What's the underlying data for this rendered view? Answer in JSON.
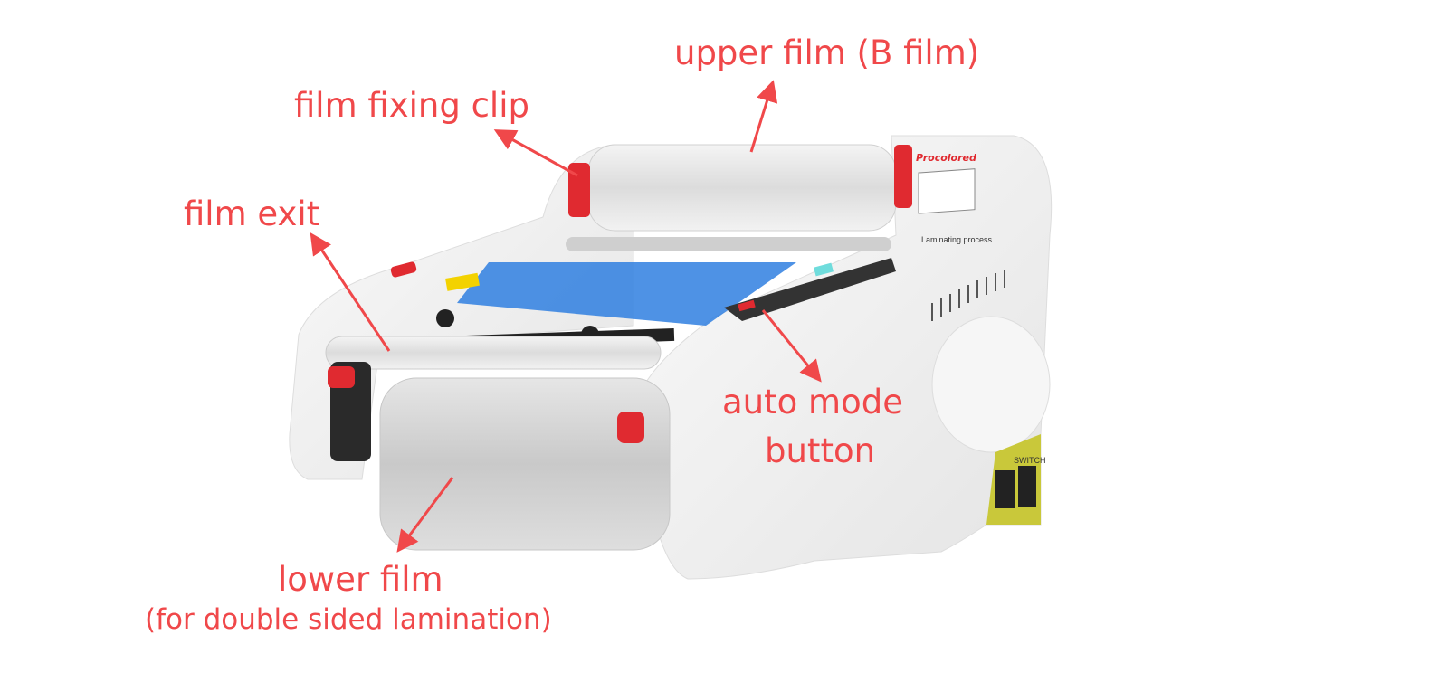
{
  "annotations": {
    "upper_film": "upper film (B film)",
    "film_fixing_clip": "film fixing clip",
    "film_exit": "film exit",
    "auto_mode_button_line1": "auto mode",
    "auto_mode_button_line2": "button",
    "lower_film": "lower film",
    "lower_film_note": "(for double sided lamination)"
  },
  "product_labels": {
    "brand": "Procolored",
    "process_card_title": "Laminating process",
    "switch_label": "SWITCH"
  },
  "colors": {
    "annotation": "#f0484a",
    "accent_red": "#e02a30",
    "feed_tray_blue": "#2f7fe0",
    "power_panel_yellow": "#c9c83a"
  }
}
